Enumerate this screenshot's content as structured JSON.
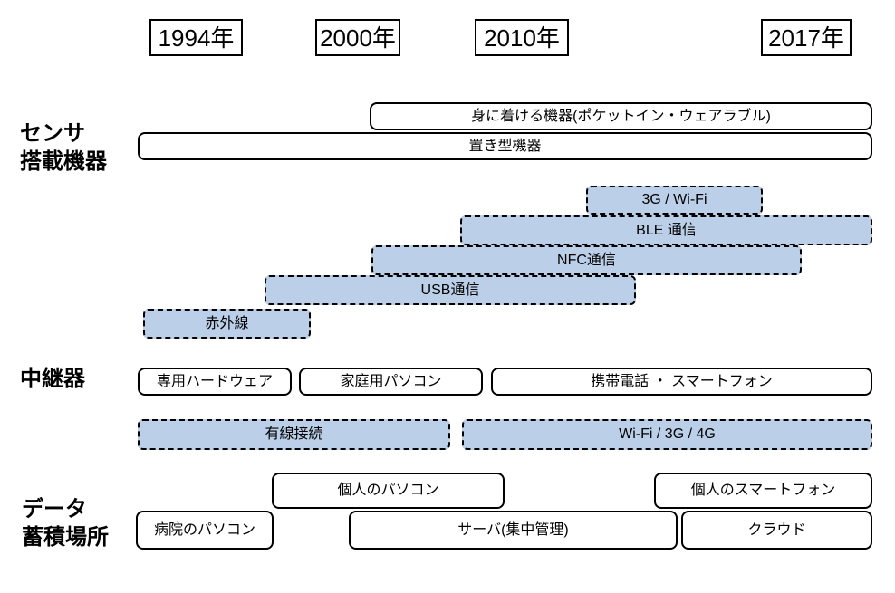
{
  "years": [
    "1994年",
    "2000年",
    "2010年",
    "2017年"
  ],
  "sections": {
    "sensor_label": "センサ\n搭載機器",
    "relay_label": "中継器",
    "storage_label": "データ\n蓄積場所"
  },
  "boxes": {
    "wearable": "身に着ける機器(ポケットイン・ウェアラブル)",
    "stationary": "置き型機器",
    "g3_wifi": "3G / Wi-Fi",
    "ble": "BLE 通信",
    "nfc": "NFC通信",
    "usb": "USB通信",
    "infrared": "赤外線",
    "dedicated_hardware": "専用ハードウェア",
    "home_pc": "家庭用パソコン",
    "mobile_smartphone": "携帯電話 ・ スマートフォン",
    "wired": "有線接続",
    "wifi_3g_4g": "Wi-Fi / 3G / 4G",
    "personal_pc": "個人のパソコン",
    "personal_smartphone": "個人のスマートフォン",
    "hospital_pc": "病院のパソコン",
    "server": "サーバ(集中管理)",
    "cloud": "クラウド"
  },
  "colors": {
    "blue_fill": "#bccfe9",
    "border": "#000000",
    "background": "#ffffff"
  }
}
